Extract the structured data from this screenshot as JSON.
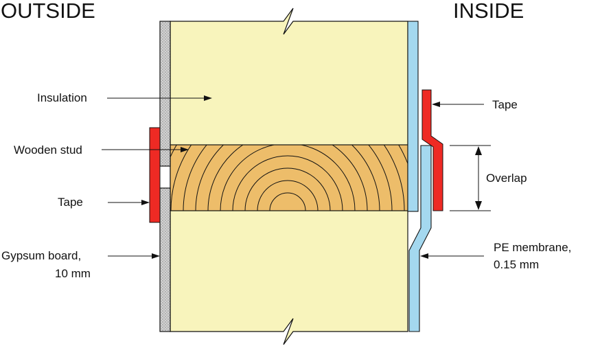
{
  "headings": {
    "outside": "OUTSIDE",
    "inside": "INSIDE"
  },
  "labels": {
    "insulation": "Insulation",
    "wooden_stud": "Wooden stud",
    "tape_left": "Tape",
    "gypsum_line1": "Gypsum board,",
    "gypsum_line2": "10 mm",
    "tape_right": "Tape",
    "overlap": "Overlap",
    "pe_line1": "PE membrane,",
    "pe_line2": "0.15 mm"
  },
  "colors": {
    "insulation": "#f8f4bc",
    "wood": "#edbd6a",
    "tape": "#ee2a24",
    "pe_membrane": "#a4d8ef",
    "gypsum": "#cfcfcf",
    "line": "#111111"
  }
}
